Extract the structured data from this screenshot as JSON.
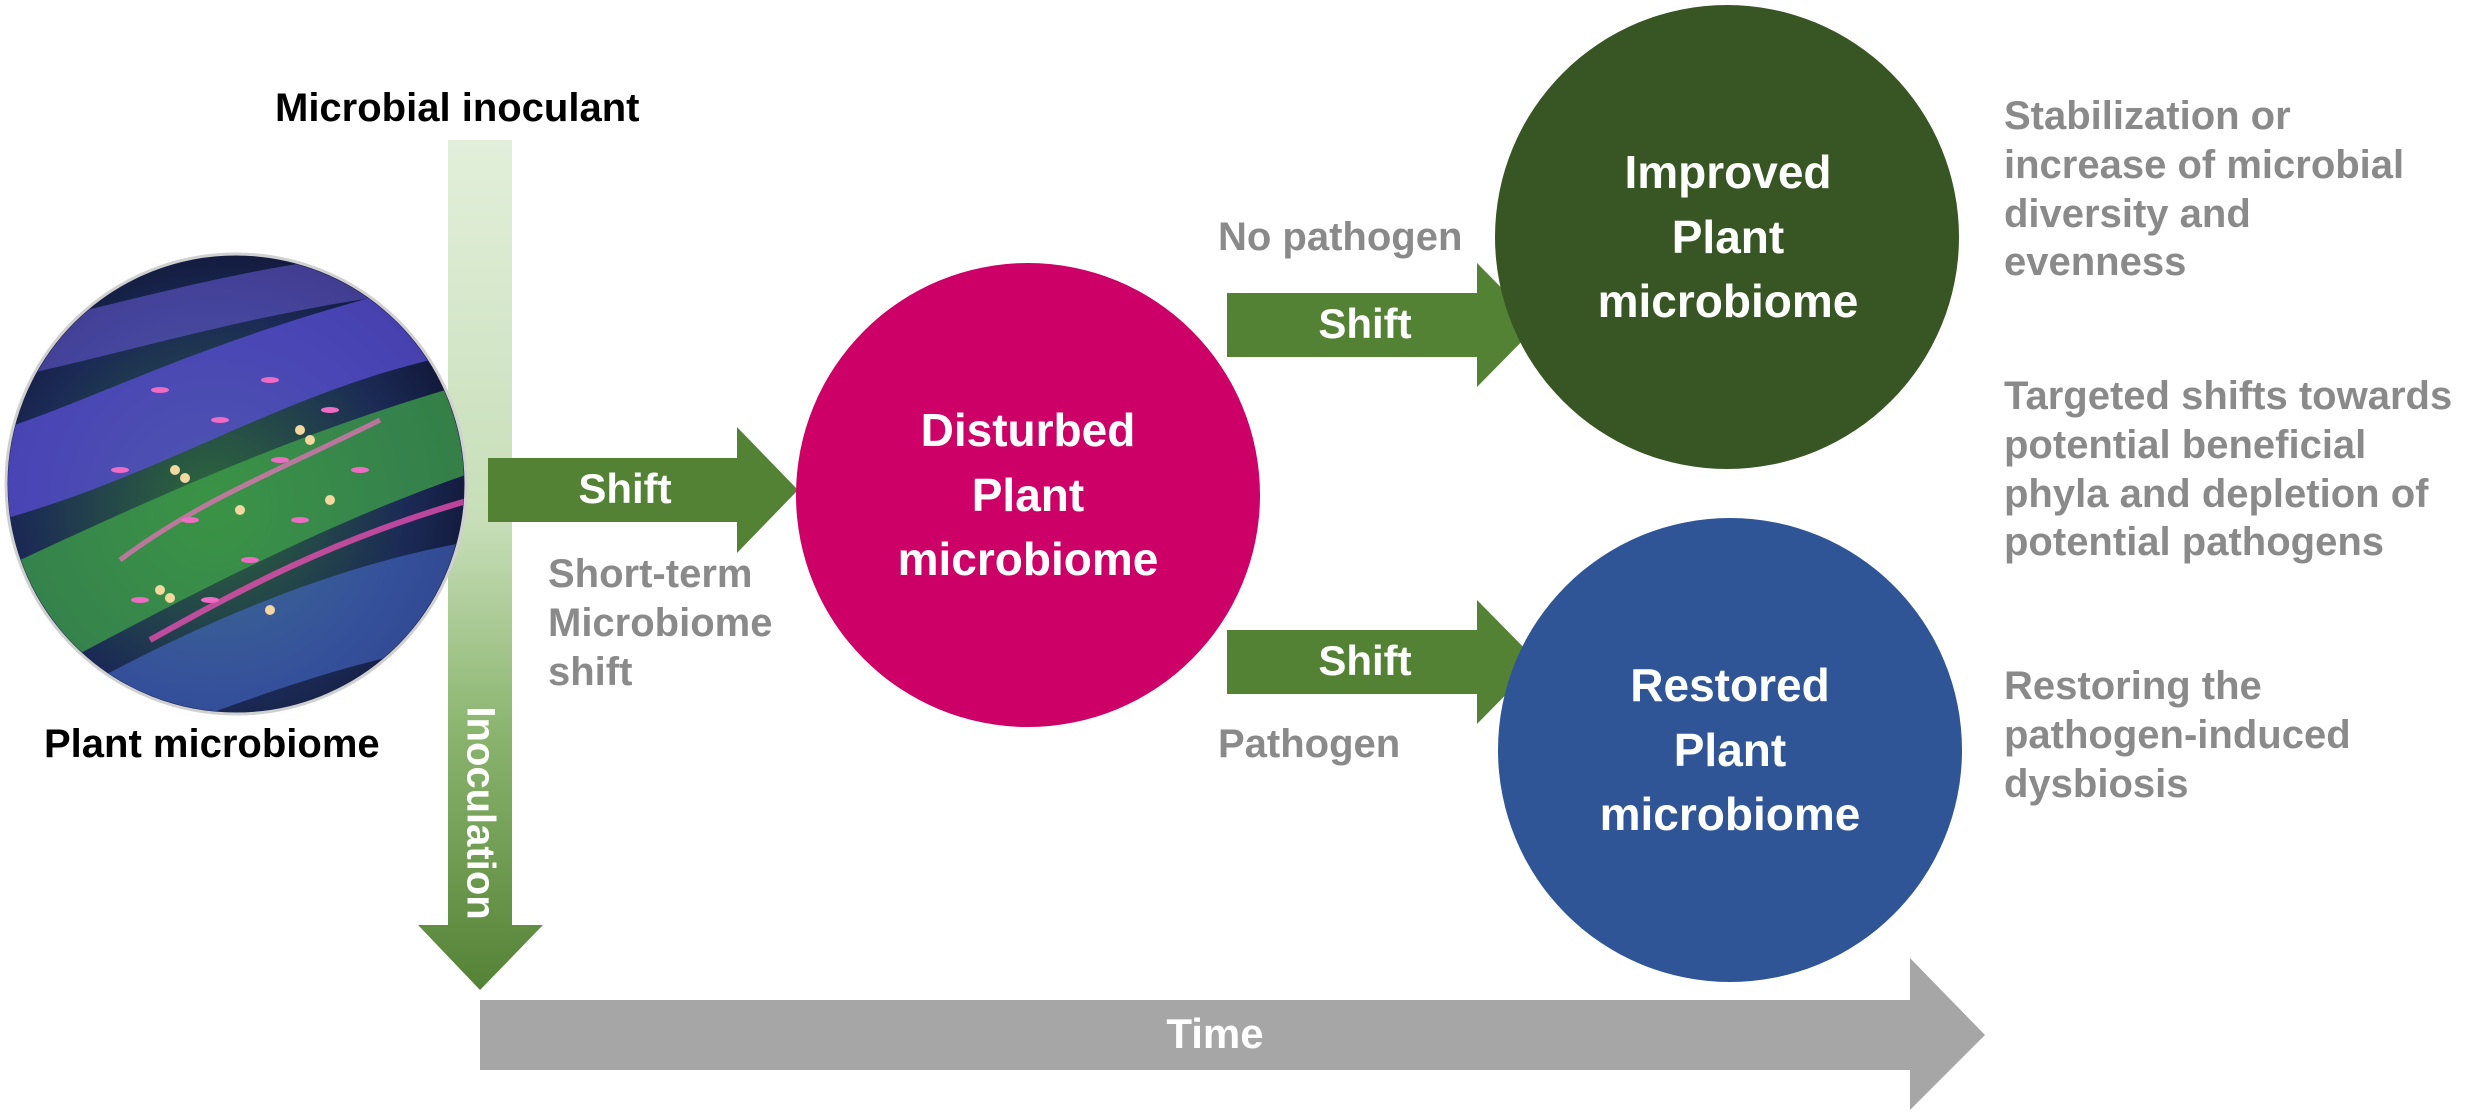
{
  "title_inoculant": "Microbial inoculant",
  "label_plant_microbiome": "Plant microbiome",
  "label_inoculation": "Inoculation",
  "arrows": {
    "shift_main": "Shift",
    "shift_top": "Shift",
    "shift_bottom": "Shift"
  },
  "label_short_term": "Short-term\nMicrobiome\nshift",
  "label_no_pathogen": "No pathogen",
  "label_pathogen": "Pathogen",
  "circles": {
    "disturbed": "Disturbed\nPlant\nmicrobiome",
    "improved": "Improved\nPlant\nmicrobiome",
    "restored": "Restored\nPlant\nmicrobiome"
  },
  "outcomes": {
    "improved_desc": "Stabilization or\nincrease of microbial\ndiversity and\nevenness",
    "targeted_desc": "Targeted shifts towards\npotential beneficial\nphyla and depletion of\npotential pathogens",
    "restored_desc": "Restoring the\npathogen-induced\ndysbiosis"
  },
  "time_label": "Time",
  "colors": {
    "arrow_green": "#548235",
    "disturbed": "#cc0066",
    "improved": "#375623",
    "restored": "#2f5597",
    "time_grey": "#a6a6a6",
    "label_grey": "#8a8a8a"
  }
}
